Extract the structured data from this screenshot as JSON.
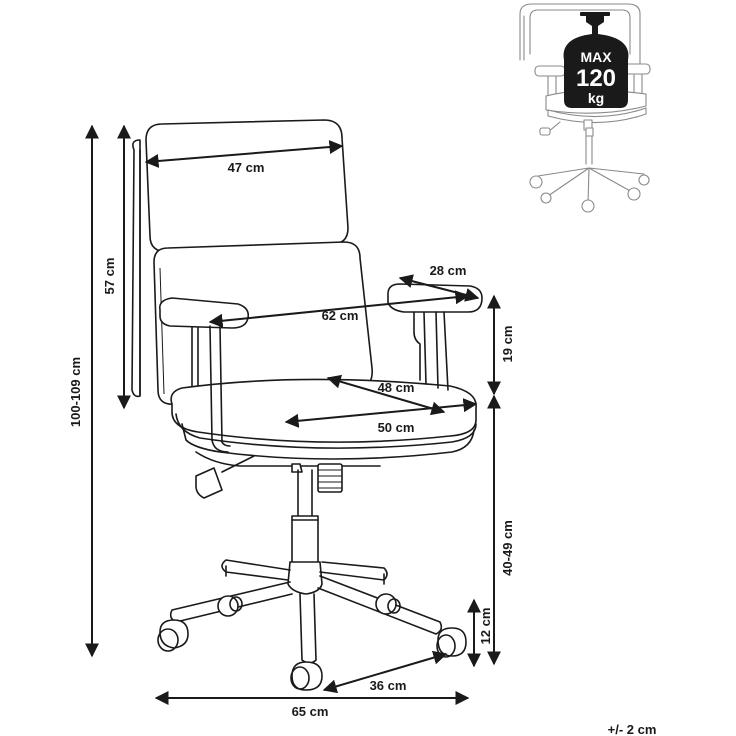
{
  "dimensions": {
    "backrest_width": "47 cm",
    "backrest_height": "57 cm",
    "total_height": "100-109 cm",
    "armrest_length": "28 cm",
    "width_between_armrests": "62 cm",
    "armrest_height": "19 cm",
    "seat_depth": "48 cm",
    "seat_width": "50 cm",
    "seat_height": "40-49 cm",
    "caster_height": "12 cm",
    "base_span": "36 cm",
    "base_width": "65 cm"
  },
  "load_badge": {
    "line1": "MAX",
    "line2": "120",
    "line3": "kg"
  },
  "tolerance": "+/- 2 cm",
  "colors": {
    "line": "#1a1a1a",
    "thumbnail_line": "#8a8a8a",
    "badge_fill": "#1a1a1a",
    "badge_text": "#ffffff"
  }
}
